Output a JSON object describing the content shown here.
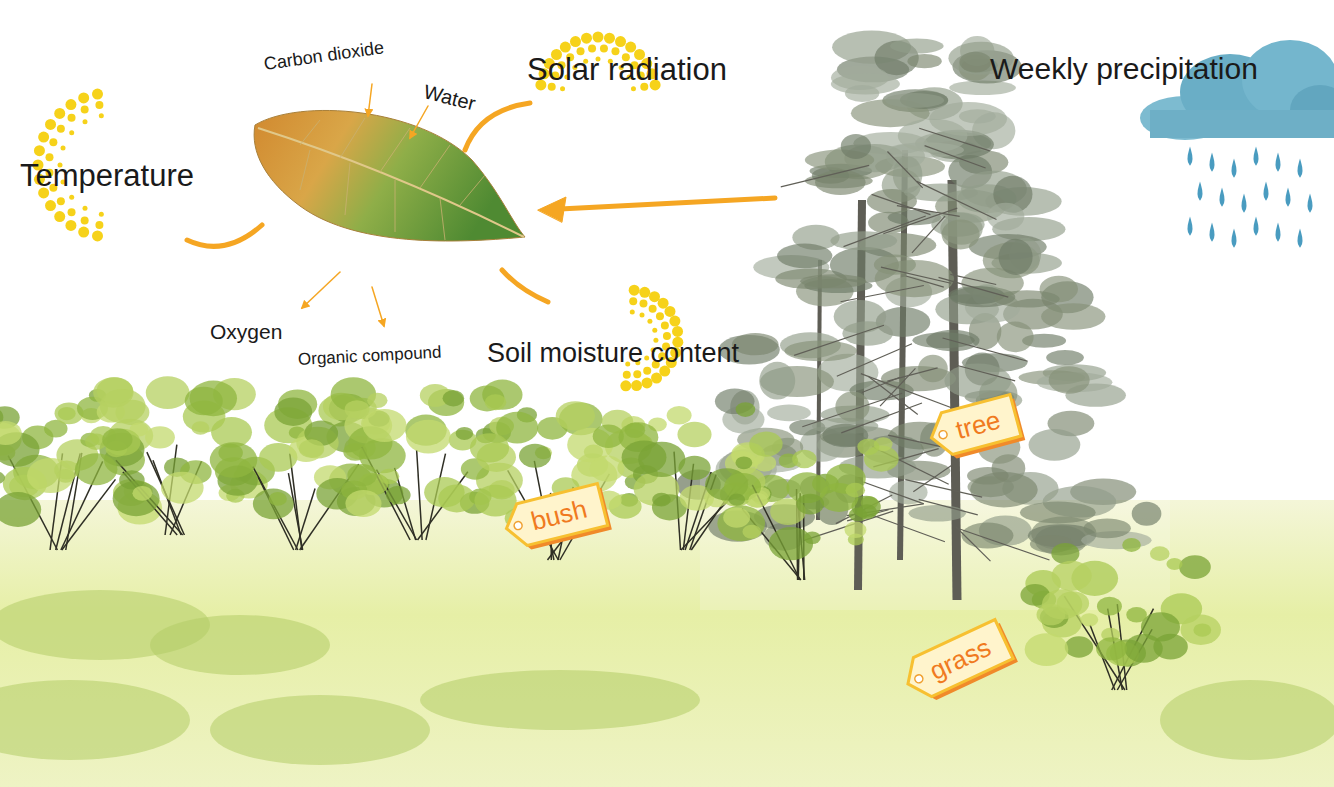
{
  "diagram": {
    "nodes": [
      {
        "text": [
          "tree"
        ]
      },
      {
        "text": [
          "bush"
        ]
      },
      {
        "text": [
          "grass"
        ]
      }
    ],
    "labels": [
      "Carbon dioxide",
      "Water",
      "Solar radiation",
      "Weekly precipitation",
      "Temperature",
      "Oxygen",
      "Organic compound",
      "Soil moisture content"
    ]
  }
}
